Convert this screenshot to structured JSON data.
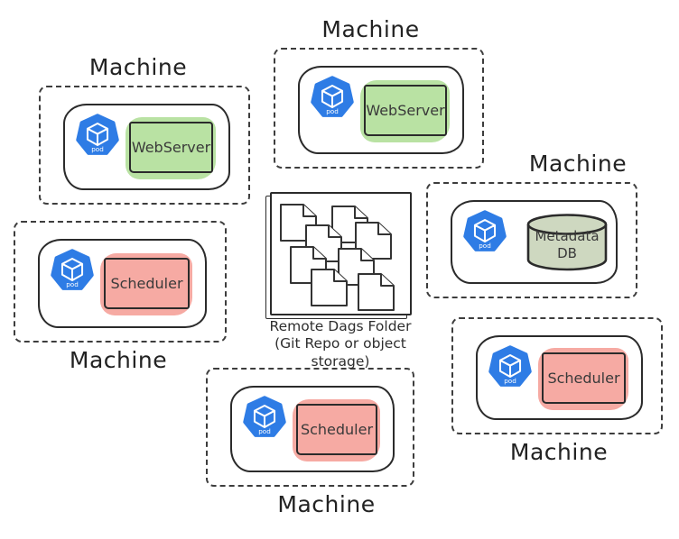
{
  "diagram": {
    "pod_label": "pod",
    "machines": [
      {
        "name": "machine-top-left",
        "label": "Machine",
        "component": {
          "kind": "box",
          "text": "WebServer",
          "color": "#b9e2a3"
        }
      },
      {
        "name": "machine-top-center",
        "label": "Machine",
        "component": {
          "kind": "box",
          "text": "WebServer",
          "color": "#b9e2a3"
        }
      },
      {
        "name": "machine-right",
        "label": "Machine",
        "component": {
          "kind": "cylinder",
          "text": "Metadata DB",
          "color": "#ced8c0"
        }
      },
      {
        "name": "machine-mid-left",
        "label": "Machine",
        "component": {
          "kind": "box",
          "text": "Scheduler",
          "color": "#f6aaa3"
        }
      },
      {
        "name": "machine-bottom-right",
        "label": "Machine",
        "component": {
          "kind": "box",
          "text": "Scheduler",
          "color": "#f6aaa3"
        }
      },
      {
        "name": "machine-bottom-center",
        "label": "Machine",
        "component": {
          "kind": "box",
          "text": "Scheduler",
          "color": "#f6aaa3"
        }
      }
    ],
    "dags_folder": {
      "caption": "Remote Dags Folder (Git Repo or object storage)",
      "paper_count": 8
    },
    "colors": {
      "pod_blue": "#2e7ce5",
      "webserver_green": "#b9e2a3",
      "scheduler_pink": "#f6aaa3",
      "metadata_db_sage": "#ced8c0",
      "outline": "#2b2b2b"
    }
  }
}
